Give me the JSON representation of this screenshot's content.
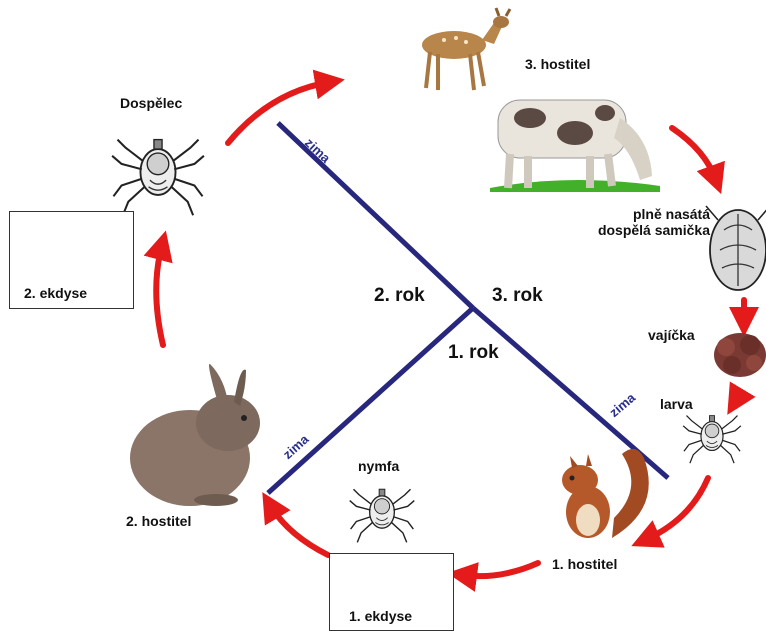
{
  "years": {
    "year1": "1. rok",
    "year2": "2. rok",
    "year3": "3. rok"
  },
  "winter": {
    "upper": "zima",
    "lower_left": "zima",
    "lower_right": "zima"
  },
  "hosts": {
    "host1": "1. hostitel",
    "host2": "2. hostitel",
    "host3": "3. hostitel"
  },
  "stages": {
    "adult": "Dospělec",
    "engorged_female_line1": "plně nasátá",
    "engorged_female_line2": "dospělá samička",
    "eggs": "vajíčka",
    "larva": "larva",
    "nymph": "nymfa"
  },
  "molts": {
    "molt1": "1. ekdyse",
    "molt2": "2. ekdyse"
  },
  "colors": {
    "axis": "#27277d",
    "arrow": "#e31b1b"
  }
}
